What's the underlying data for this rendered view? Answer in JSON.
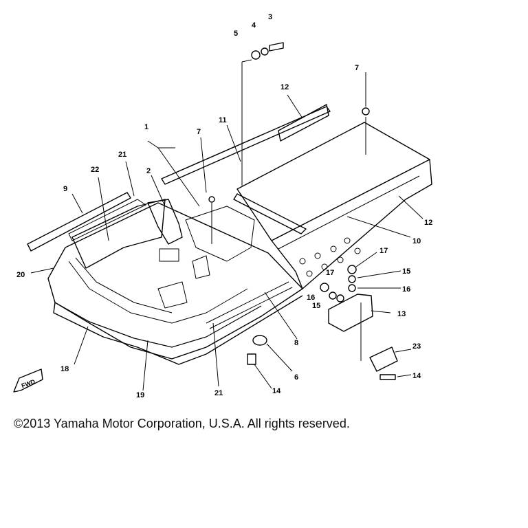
{
  "diagram": {
    "fwd_label": "FWD",
    "callouts": [
      {
        "id": "c1",
        "text": "1"
      },
      {
        "id": "c2",
        "text": "2"
      },
      {
        "id": "c3",
        "text": "3"
      },
      {
        "id": "c4",
        "text": "4"
      },
      {
        "id": "c5",
        "text": "5"
      },
      {
        "id": "c6",
        "text": "6"
      },
      {
        "id": "c7a",
        "text": "7"
      },
      {
        "id": "c7b",
        "text": "7"
      },
      {
        "id": "c8",
        "text": "8"
      },
      {
        "id": "c9",
        "text": "9"
      },
      {
        "id": "c10",
        "text": "10"
      },
      {
        "id": "c11",
        "text": "11"
      },
      {
        "id": "c12a",
        "text": "12"
      },
      {
        "id": "c12b",
        "text": "12"
      },
      {
        "id": "c13",
        "text": "13"
      },
      {
        "id": "c14a",
        "text": "14"
      },
      {
        "id": "c14b",
        "text": "14"
      },
      {
        "id": "c15a",
        "text": "15"
      },
      {
        "id": "c15b",
        "text": "15"
      },
      {
        "id": "c16a",
        "text": "16"
      },
      {
        "id": "c16b",
        "text": "16"
      },
      {
        "id": "c17a",
        "text": "17"
      },
      {
        "id": "c17b",
        "text": "17"
      },
      {
        "id": "c18",
        "text": "18"
      },
      {
        "id": "c19",
        "text": "19"
      },
      {
        "id": "c20",
        "text": "20"
      },
      {
        "id": "c21a",
        "text": "21"
      },
      {
        "id": "c21b",
        "text": "21"
      },
      {
        "id": "c22",
        "text": "22"
      },
      {
        "id": "c23",
        "text": "23"
      }
    ]
  },
  "footer": {
    "copyright": "©2013 Yamaha Motor Corporation, U.S.A. All rights reserved."
  }
}
